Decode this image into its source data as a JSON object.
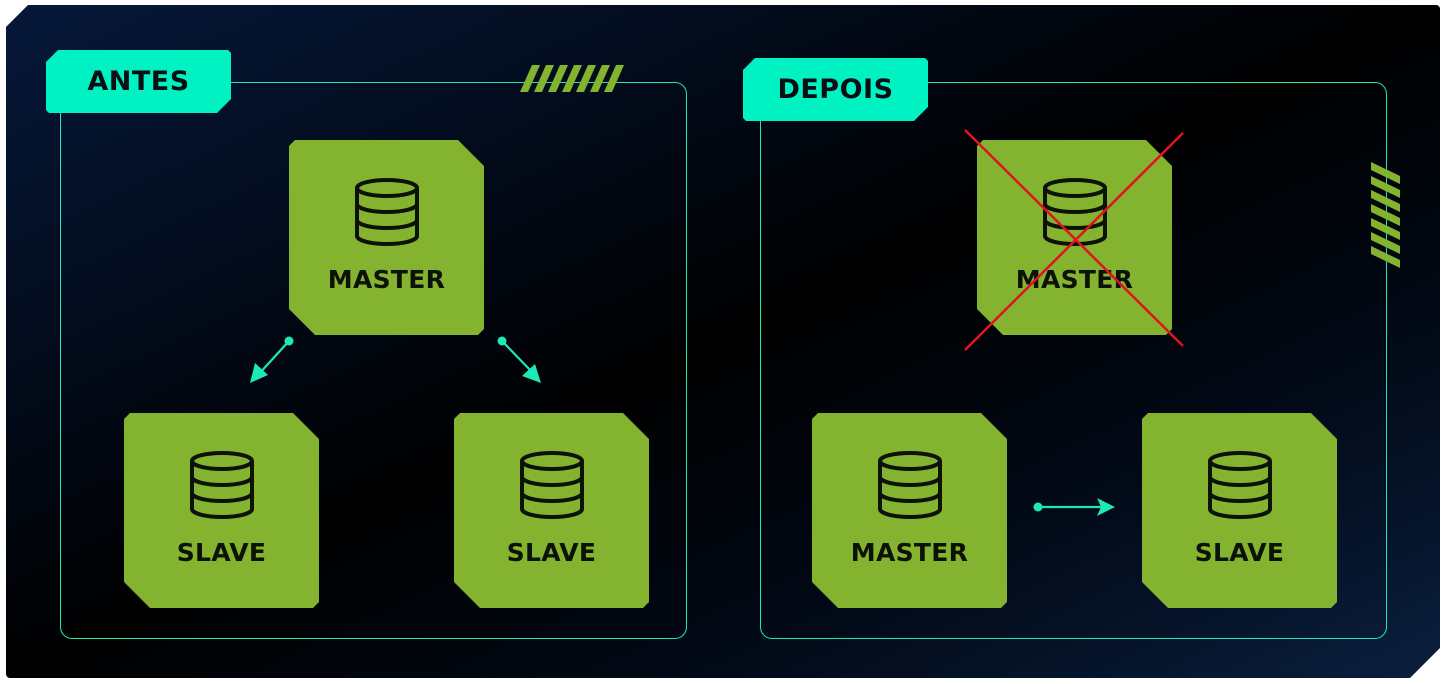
{
  "colors": {
    "accent": "#00f2c3",
    "line": "#1de9b6",
    "card": "#84b330",
    "cross": "#e0141e",
    "background_dark": "#000000",
    "background_navy": "#06183a"
  },
  "sections": [
    {
      "title": "ANTES",
      "nodes": [
        {
          "label": "MASTER",
          "icon": "database-icon"
        },
        {
          "label": "SLAVE",
          "icon": "database-icon"
        },
        {
          "label": "SLAVE",
          "icon": "database-icon"
        }
      ],
      "edges": [
        {
          "from": "MASTER",
          "to": "SLAVE (left)",
          "direction": "down-left"
        },
        {
          "from": "MASTER",
          "to": "SLAVE (right)",
          "direction": "down-right"
        }
      ]
    },
    {
      "title": "DEPOIS",
      "nodes": [
        {
          "label": "MASTER",
          "icon": "database-icon",
          "status": "removed",
          "crossed_out": true
        },
        {
          "label": "MASTER",
          "icon": "database-icon"
        },
        {
          "label": "SLAVE",
          "icon": "database-icon"
        }
      ],
      "edges": [
        {
          "from": "MASTER",
          "to": "SLAVE",
          "direction": "right"
        }
      ]
    }
  ]
}
